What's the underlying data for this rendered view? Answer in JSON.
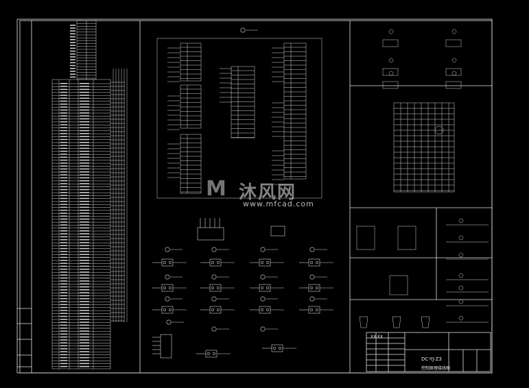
{
  "drawing": {
    "background": "#000000",
    "line_color": "#e6e6e6",
    "watermark": {
      "logo": "M",
      "cn": "沐风网",
      "url": "www.mfcad.com"
    },
    "title_block": {
      "name": "XX-XX",
      "code": "DC-YJ-Z3",
      "desc": "控制原理接线图"
    }
  }
}
